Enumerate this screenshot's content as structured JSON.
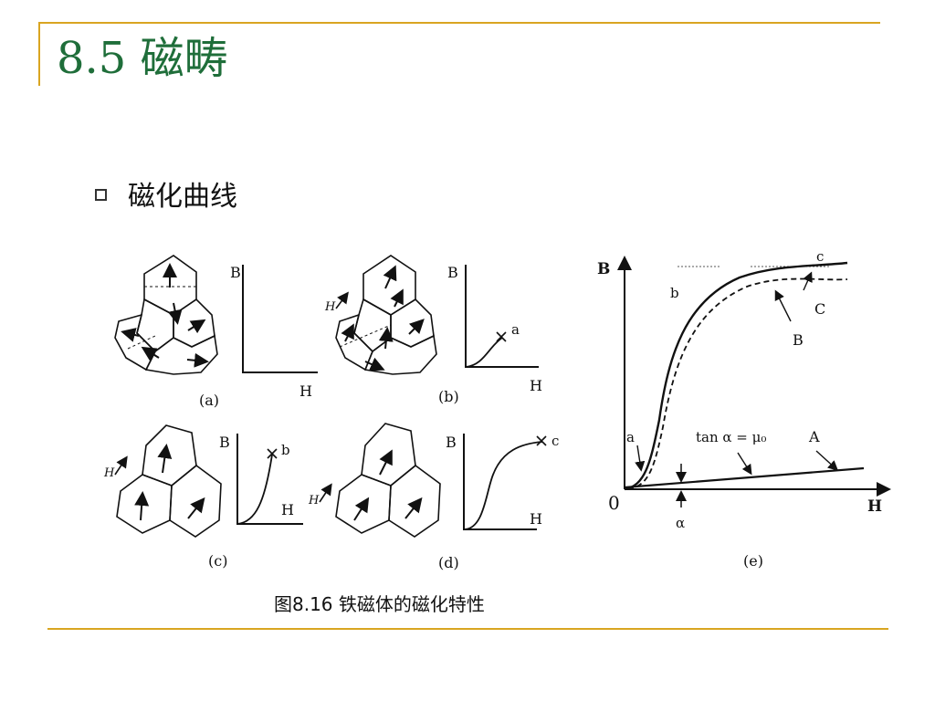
{
  "slide": {
    "title": "8.5 磁畴",
    "bullet": "磁化曲线",
    "caption": "图8.16 铁磁体的磁化特性",
    "colors": {
      "title": "#1f6e3a",
      "rule": "#d9a521"
    }
  },
  "figure": {
    "panels": [
      {
        "id": "a",
        "label": "(a)",
        "axis_y": "B",
        "axis_x": "H",
        "field": "",
        "mark": ""
      },
      {
        "id": "b",
        "label": "(b)",
        "axis_y": "B",
        "axis_x": "H",
        "field": "H",
        "mark": "a"
      },
      {
        "id": "c",
        "label": "(c)",
        "axis_y": "B",
        "axis_x": "H",
        "field": "H",
        "mark": "b"
      },
      {
        "id": "d",
        "label": "(d)",
        "axis_y": "B",
        "axis_x": "H",
        "field": "H",
        "mark": "c"
      }
    ],
    "panel_e": {
      "label": "(e)",
      "axis_y": "B",
      "axis_x": "H",
      "origin": "0",
      "curve_labels": {
        "b": "b",
        "c": "c",
        "C": "C",
        "B": "B",
        "a": "a",
        "A": "A"
      },
      "equation": "tan α = μ₀",
      "alpha": "α"
    }
  }
}
